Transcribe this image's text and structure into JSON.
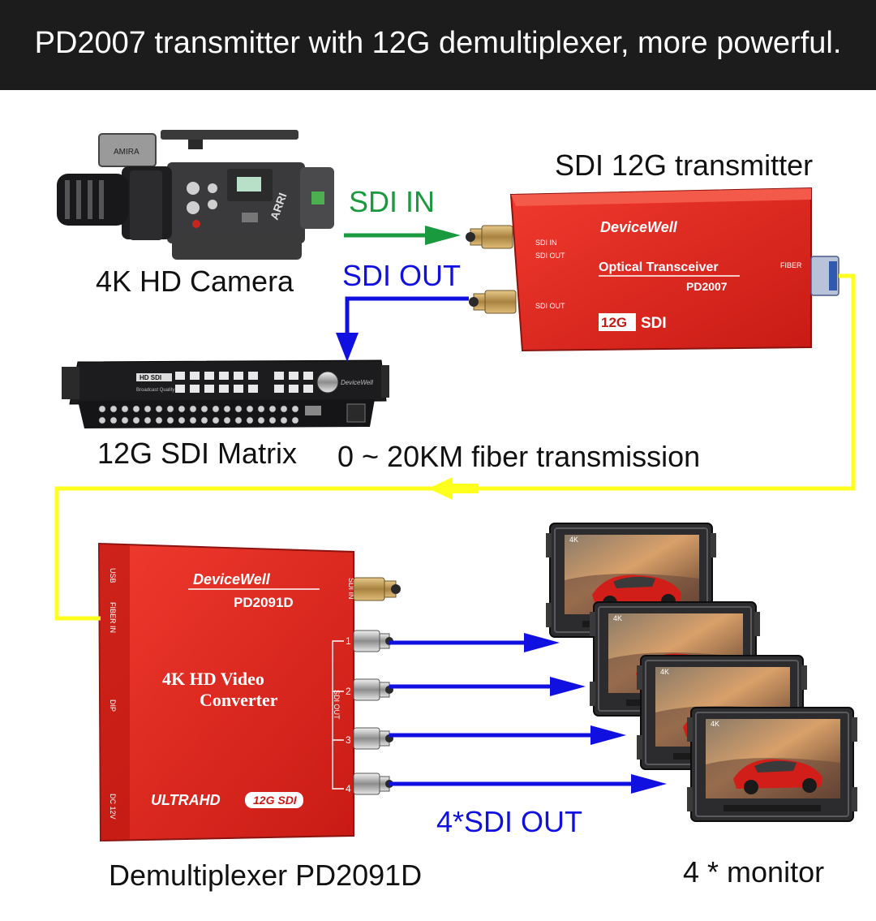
{
  "header": {
    "title": "PD2007 transmitter with 12G demultiplexer, more powerful."
  },
  "labels": {
    "camera": "4K HD Camera",
    "transmitter": "SDI 12G transmitter",
    "sdi_in": "SDI IN",
    "sdi_out": "SDI OUT",
    "matrix": "12G SDI Matrix",
    "fiber": "0 ~ 20KM fiber transmission",
    "demux": "Demultiplexer PD2091D",
    "monitors": "4 * monitor",
    "sdi_out_4": "4*SDI OUT"
  },
  "transmitter_device": {
    "brand": "DeviceWell",
    "product": "Optical Transceiver",
    "model": "PD2007",
    "badge_box": "12G",
    "badge_text": "SDI",
    "port_sdi_in": "SDI IN",
    "port_sdi_out_1": "SDI OUT",
    "port_sdi_out_2": "SDI OUT",
    "port_fiber": "FIBER"
  },
  "camera_device": {
    "brand_tag": "AMIRA",
    "side_logo": "ARRI"
  },
  "matrix_device": {
    "badge": "HD SDI",
    "caption": "Broadcast Quality",
    "brand": "DeviceWell"
  },
  "demux_device": {
    "brand": "DeviceWell",
    "model": "PD2091D",
    "line1": "4K  HD Video",
    "line2": "Converter",
    "ultra": "ULTRAHD",
    "badge": "12G SDI",
    "side_usb": "USB",
    "side_fiber": "FIBER IN",
    "side_dip": "DIP",
    "side_dc": "DC 12V",
    "sdi_in": "SDI IN",
    "sdi_out": "SDI OUT",
    "ports": [
      "1",
      "2",
      "3",
      "4"
    ]
  },
  "monitor_badge": "4K",
  "colors": {
    "banner_bg": "#1c1c1c",
    "device_red": "#e0261f",
    "arrow_green": "#1a9a3e",
    "arrow_blue": "#1010e0",
    "fiber_yellow": "#ffff1e"
  }
}
